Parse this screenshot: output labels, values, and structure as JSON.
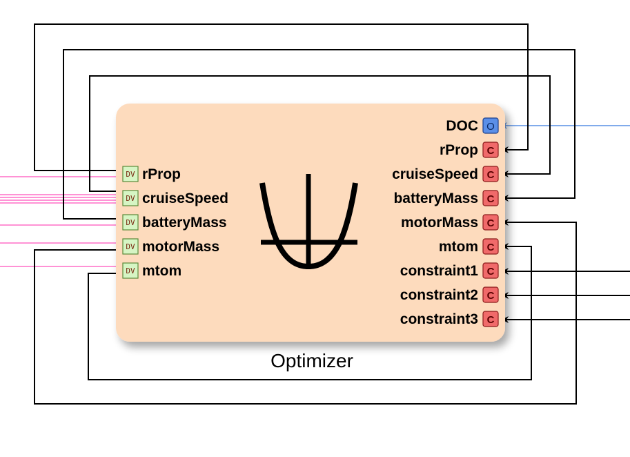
{
  "block": {
    "label": "Optimizer",
    "fill": "#fddbbd",
    "icon": "optimizer-parabola-icon"
  },
  "colors": {
    "wire_black": "#000000",
    "wire_pink": "#ff6ec7",
    "wire_blue": "#6f9fe8",
    "dv_port_fill": "#d6f5c4",
    "dv_port_stroke": "#5a8a3a",
    "c_port_fill": "#f06a6a",
    "c_port_stroke": "#8a1a1a",
    "o_port_fill": "#5b8fe8",
    "o_port_stroke": "#1c3f8a"
  },
  "inputs": [
    {
      "label": "rProp",
      "kind": "DV"
    },
    {
      "label": "cruiseSpeed",
      "kind": "DV"
    },
    {
      "label": "batteryMass",
      "kind": "DV"
    },
    {
      "label": "motorMass",
      "kind": "DV"
    },
    {
      "label": "mtom",
      "kind": "DV"
    }
  ],
  "outputs": [
    {
      "label": "DOC",
      "kind": "O"
    },
    {
      "label": "rProp",
      "kind": "C"
    },
    {
      "label": "cruiseSpeed",
      "kind": "C"
    },
    {
      "label": "batteryMass",
      "kind": "C"
    },
    {
      "label": "motorMass",
      "kind": "C"
    },
    {
      "label": "mtom",
      "kind": "C"
    },
    {
      "label": "constraint1",
      "kind": "C"
    },
    {
      "label": "constraint2",
      "kind": "C"
    },
    {
      "label": "constraint3",
      "kind": "C"
    }
  ]
}
